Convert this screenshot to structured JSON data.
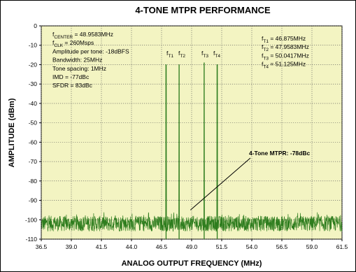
{
  "chart_data": {
    "type": "line",
    "title": "4-TONE MTPR PERFORMANCE",
    "xlabel": "ANALOG OUTPUT FREQUENCY (MHz)",
    "ylabel": "AMPLITUDE (dBm)",
    "xlim": [
      36.5,
      61.5
    ],
    "ylim": [
      -110,
      0
    ],
    "x_ticks": [
      "36.5",
      "39.0",
      "41.5",
      "44.0",
      "46.5",
      "49.0",
      "51.5",
      "54.0",
      "56.5",
      "59.0",
      "61.5"
    ],
    "y_ticks": [
      "0",
      "-10",
      "-20",
      "-30",
      "-40",
      "-50",
      "-60",
      "-70",
      "-80",
      "-90",
      "-100",
      "-110"
    ],
    "grid": true,
    "noise_floor_dbm": -102,
    "series_color": "#2e7d1e",
    "plot_background": "#f3f4c2",
    "tones": [
      {
        "x": 46.875,
        "y": -20
      },
      {
        "x": 47.9583,
        "y": -20
      },
      {
        "x": 50.0417,
        "y": -19
      },
      {
        "x": 51.125,
        "y": -20
      }
    ],
    "tone_labels": [
      {
        "prefix": "f",
        "sub": "T1"
      },
      {
        "prefix": "f",
        "sub": "T2"
      },
      {
        "prefix": "f",
        "sub": "T3"
      },
      {
        "prefix": "f",
        "sub": "T4"
      }
    ],
    "left_annotation": [
      {
        "text": "f",
        "sub": "CENTER",
        "rest": " = 48.9583MHz"
      },
      {
        "text": "f",
        "sub": "CLK",
        "rest": " = 260Msps"
      },
      {
        "text": "Amplitude per tone: -18dBFS",
        "sub": "",
        "rest": ""
      },
      {
        "text": "Bandwidth: 25MHz",
        "sub": "",
        "rest": ""
      },
      {
        "text": "Tone spacing: 1MHz",
        "sub": "",
        "rest": ""
      },
      {
        "text": "IMD = -77dBc",
        "sub": "",
        "rest": ""
      },
      {
        "text": "SFDR = 83dBc",
        "sub": "",
        "rest": ""
      }
    ],
    "right_annotation": [
      {
        "text": "f",
        "sub": "T1",
        "rest": " = 46.875MHz"
      },
      {
        "text": "f",
        "sub": "T2",
        "rest": " = 47.9583MHz"
      },
      {
        "text": "f",
        "sub": "T3",
        "rest": " = 50.0417MHz"
      },
      {
        "text": "f",
        "sub": "T4",
        "rest": " = 51.125MHz"
      }
    ],
    "mtpr_annotation": {
      "text": "4-Tone MTPR: -78dBc",
      "points_to": {
        "x": 48.9,
        "y": -95
      }
    }
  }
}
